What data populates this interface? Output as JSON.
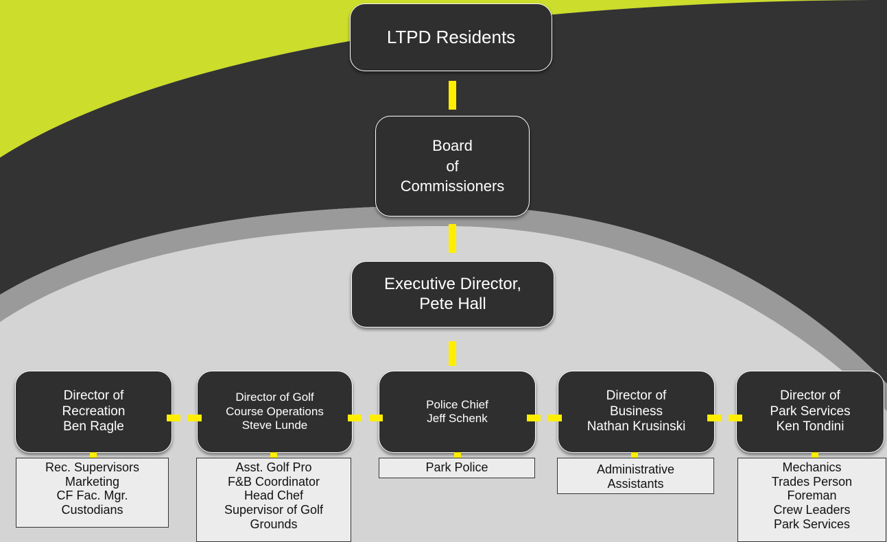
{
  "colors": {
    "accent_green": "#ccdd2b",
    "dark_band": "#333333",
    "node_fill": "#2f2f2f",
    "connector_yellow": "#ffee00",
    "background": "#dcdcdc"
  },
  "org_chart": {
    "top": "LTPD Residents",
    "board": "Board\nof\nCommissioners",
    "executive": "Executive Director,\nPete Hall",
    "directors": [
      {
        "title": "Director of\nRecreation\nBen Ragle",
        "staff": "Rec. Supervisors\nMarketing\nCF Fac. Mgr.\nCustodians"
      },
      {
        "title": "Director of Golf\nCourse Operations\nSteve Lunde",
        "staff": "Asst. Golf Pro\nF&B Coordinator\nHead Chef\nSupervisor of Golf\nGrounds"
      },
      {
        "title": "Police Chief\nJeff Schenk",
        "staff": "Park Police"
      },
      {
        "title": "Director of\nBusiness\nNathan Krusinski",
        "staff": "Administrative\nAssistants"
      },
      {
        "title": "Director of\nPark Services\nKen Tondini",
        "staff": "Mechanics\nTrades Person\nForeman\nCrew Leaders\nPark Services"
      }
    ]
  }
}
